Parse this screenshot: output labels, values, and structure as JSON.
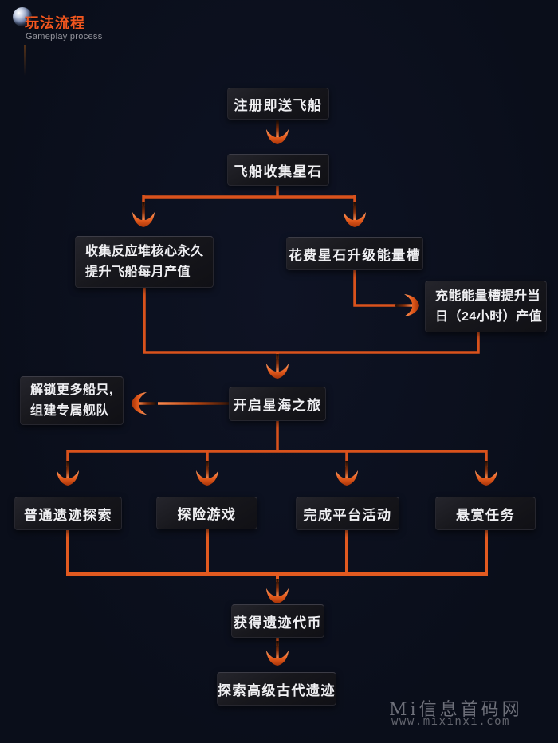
{
  "header": {
    "icon": "planet-icon",
    "title": "玩法流程",
    "subtitle": "Gameplay process"
  },
  "flowchart": {
    "connector_icon": "crescent-arrow-icon",
    "nodes": [
      {
        "id": "register",
        "label": "注册即送飞船"
      },
      {
        "id": "collect",
        "label": "飞船收集星石"
      },
      {
        "id": "reactor",
        "lines": [
          "收集反应堆核心永久",
          "提升飞船每月产值"
        ]
      },
      {
        "id": "upgrade",
        "label": "花费星石升级能量槽"
      },
      {
        "id": "charge",
        "lines": [
          "充能能量槽提升当",
          "日（24小时）产值"
        ]
      },
      {
        "id": "unlock",
        "lines": [
          "解锁更多船只,",
          "组建专属舰队"
        ]
      },
      {
        "id": "journey",
        "label": "开启星海之旅"
      },
      {
        "id": "ruins",
        "label": "普通遗迹探索"
      },
      {
        "id": "adventure",
        "label": "探险游戏"
      },
      {
        "id": "platform",
        "label": "完成平台活动"
      },
      {
        "id": "bounty",
        "label": "悬赏任务"
      },
      {
        "id": "token",
        "label": "获得遗迹代币"
      },
      {
        "id": "explore",
        "label": "探索高级古代遗迹"
      }
    ]
  },
  "watermark": {
    "line1": "Mi信息首码网",
    "line2": "www.mixinxi.com"
  },
  "colors": {
    "background": "#0b0f1c",
    "accent_line": "#d9521c",
    "arrow_bright": "#ff8a4e",
    "title": "#f0561f",
    "box_background": "#17171c",
    "box_text": "#efeff2",
    "watermark": "#6d6f79"
  }
}
